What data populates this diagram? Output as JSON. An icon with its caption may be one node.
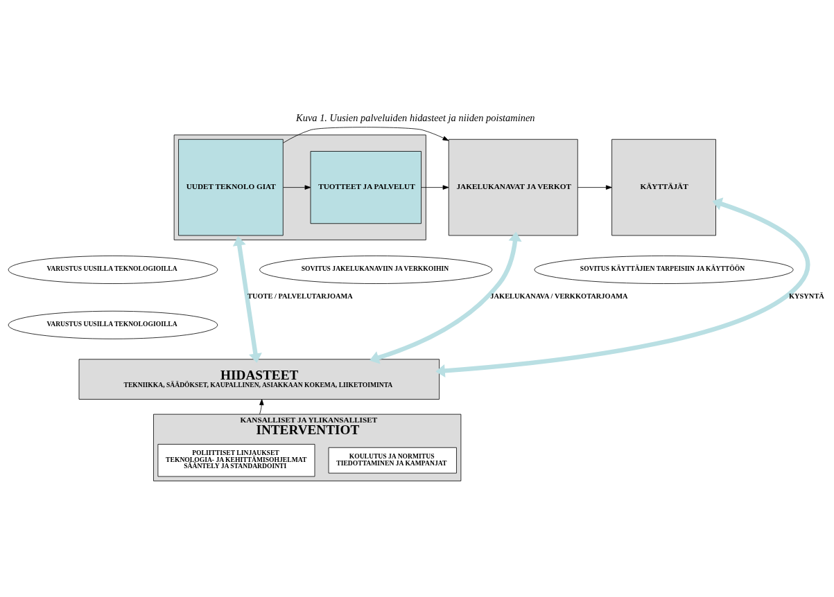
{
  "diagram": {
    "title": "Kuva 1. Uusien palveluiden hidasteet ja niiden poistaminen",
    "nodes": [
      {
        "text": [],
        "shape": "box"
      },
      {
        "text": [
          "UUDET TEKNOLO GIAT"
        ],
        "in": 0
      },
      {
        "text": [
          "TUOTTEET JA PALVELUT"
        ],
        "in": 0
      },
      {
        "text": [
          "JAKELUKANAVAT JA VERKOT"
        ]
      },
      {
        "text": [
          "KÄYTTÄJÄT"
        ]
      },
      {
        "text": [
          "VARUSTUS UUSILLA TEKNOLOGIOILLA"
        ]
      },
      {
        "text": [
          "SOVITUS JAKELUKANAVIIN JA VERKKOIHIN"
        ]
      },
      {
        "text": [
          "SOVITUS KÄYTTÄJIEN TARPEISIIN JA KÄYTTÖÖN"
        ]
      },
      {
        "text": [
          "VARUSTUS UUSILLA TEKNOLOGIOILLA"
        ]
      },
      {
        "text": [
          "HIDASTEET",
          "TEKNIIKKA, SÄÄDÖKSET, KAUPALLINEN, ASIAKKAAN KOKEMA, LIIKETOIMINTA"
        ]
      },
      {
        "text": [
          "KANSALLISET JA YLIKANSALLISET",
          "INTERVENTIOT"
        ]
      },
      {
        "text": [
          "POLIITTISET LINJAUKSET",
          "TEKNOLOGIA- JA KEHITTÄMISOHJELMAT",
          "SÄÄNTELY JA STANDARDOINTI"
        ],
        "in": 10
      },
      {
        "text": [
          "KOULUTUS JA NORMITUS",
          "TIEDOTTAMINEN JA KAMPANJAT"
        ],
        "in": 10
      }
    ],
    "edges": [
      {
        "from": 1,
        "to": 2,
        "arrow": "to"
      },
      {
        "from": 2,
        "to": 3,
        "arrow": "to"
      },
      {
        "from": 3,
        "to": 4,
        "arrow": "to"
      },
      {
        "from": 1,
        "to": 3,
        "arrow": "to"
      },
      {
        "from": 0,
        "to": 9,
        "arrow": "both",
        "label": "TUOTE / PALVELUTARJOAMA",
        "style": "thick",
        "color": "#b9dfe3"
      },
      {
        "from": 3,
        "to": 9,
        "arrow": "both",
        "label": "JAKELUKANAVA / VERKKOTARJOAMA",
        "style": "thick",
        "color": "#b9dfe3"
      },
      {
        "from": 4,
        "to": 9,
        "arrow": "both",
        "label": "KYSYNTÄ",
        "style": "thick",
        "color": "#b9dfe3"
      },
      {
        "from": 10,
        "to": 9,
        "arrow": "to"
      }
    ]
  }
}
